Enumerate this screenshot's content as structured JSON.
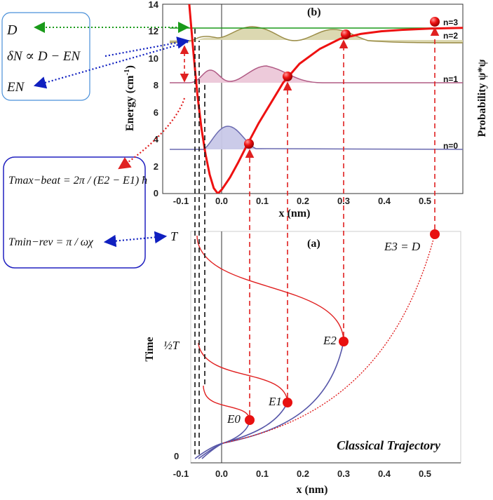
{
  "panel_b": {
    "label": "(b)",
    "ylabel": "Energy (cm",
    "ylabel_sup": "-1",
    "ylabel_close": ")",
    "xlabel": "x (nm)",
    "right_label": "Probability ψ*ψ",
    "x_ticks": [
      "-0.1",
      "0.0",
      "0.1",
      "0.2",
      "0.3",
      "0.4",
      "0.5"
    ],
    "y_ticks": [
      "0",
      "2",
      "4",
      "6",
      "8",
      "10",
      "12",
      "14"
    ],
    "levels": [
      "n=0",
      "n=1",
      "n=2",
      "n=3"
    ]
  },
  "panel_a": {
    "label": "(a)",
    "ylabel": "Time",
    "xlabel": "x (nm)",
    "caption": "Classical Trajectory",
    "x_ticks": [
      "-0.1",
      "0.0",
      "0.1",
      "0.2",
      "0.3",
      "0.4",
      "0.5"
    ],
    "y_tick_T": "T",
    "y_tick_half": "½T",
    "y_tick_zero": "0",
    "energy_labels": [
      "E0",
      "E1",
      "E2"
    ],
    "e3_label": "E3 = D"
  },
  "formulas": {
    "D": "D",
    "delta": "δN ∝ D − EN",
    "EN": "EN",
    "tmax": "Tmax−beat = 2π / (E2 − E1) ħ",
    "tmin": "Tmin−rev = π / ωχ"
  },
  "chart_data": [
    {
      "type": "line",
      "panel": "(b)",
      "xlabel": "x (nm)",
      "ylabel": "Energy (cm-1)",
      "xlim": [
        -0.135,
        0.6
      ],
      "ylim": [
        0,
        14
      ],
      "series": [
        {
          "values": [
            [
              -0.07,
              14
            ],
            [
              -0.06,
              10.5
            ],
            [
              -0.05,
              7.3
            ],
            [
              -0.04,
              4.8
            ],
            [
              -0.03,
              2.9
            ],
            [
              -0.02,
              1.4
            ],
            [
              -0.01,
              0.4
            ],
            [
              0.0,
              0.0
            ],
            [
              0.01,
              0.3
            ],
            [
              0.03,
              1.2
            ],
            [
              0.05,
              2.3
            ],
            [
              0.07,
              3.5
            ],
            [
              0.1,
              5.2
            ],
            [
              0.13,
              6.7
            ],
            [
              0.16,
              8.2
            ],
            [
              0.2,
              9.6
            ],
            [
              0.25,
              10.7
            ],
            [
              0.3,
              11.45
            ],
            [
              0.35,
              11.8
            ],
            [
              0.4,
              12.0
            ],
            [
              0.45,
              12.1
            ],
            [
              0.52,
              12.2
            ],
            [
              0.6,
              12.25
            ]
          ]
        }
      ],
      "energy_levels": [
        {
          "label": "n=0",
          "y": 3.2
        },
        {
          "label": "n=1",
          "y": 8.2
        },
        {
          "label": "n=2",
          "y": 11.2
        },
        {
          "label": "n=3",
          "y": 12.2
        }
      ],
      "particle_positions": [
        [
          0.07,
          3.5
        ],
        [
          0.16,
          8.7
        ],
        [
          0.3,
          11.6
        ],
        [
          0.51,
          12.5
        ]
      ]
    },
    {
      "type": "line",
      "panel": "(a)",
      "xlabel": "x (nm)",
      "ylabel": "Time",
      "xlim": [
        -0.13,
        0.6
      ],
      "y_ticks": [
        "0",
        "½T",
        "T"
      ]
    }
  ]
}
